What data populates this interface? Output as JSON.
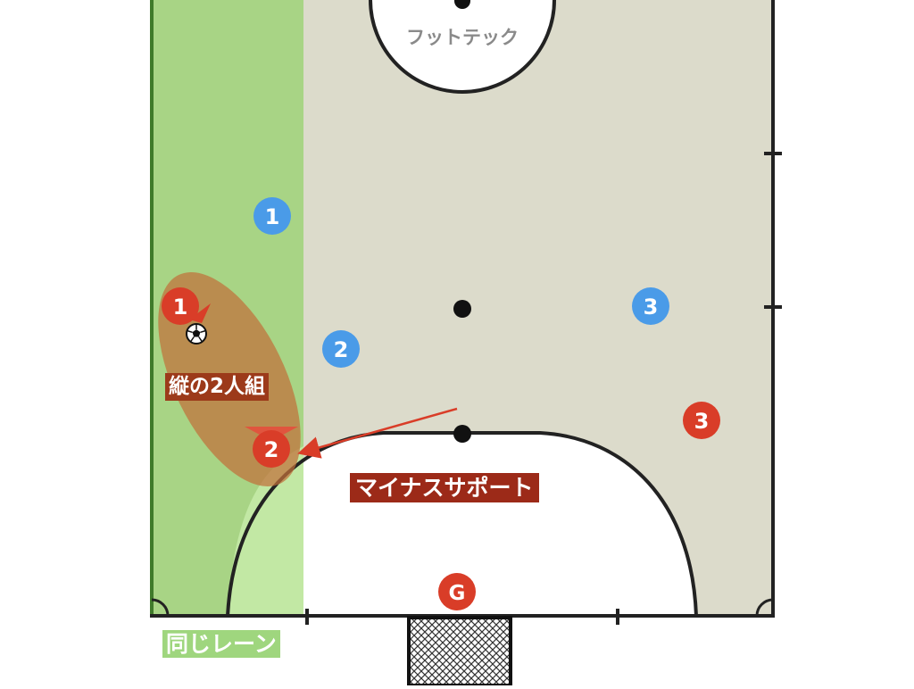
{
  "labels": {
    "goal_arc": "フットテック",
    "pair": "縦の2人組",
    "minus_support": "マイナスサポート",
    "same_lane": "同じレーン"
  },
  "players": {
    "blue": [
      "1",
      "2",
      "3"
    ],
    "red": [
      "1",
      "2",
      "3"
    ],
    "keeper": "G"
  },
  "colors": {
    "court": "#dcdbcb",
    "lane": "#a8d485",
    "lane_light": "#c2e8a4",
    "blue_player": "#4a9be8",
    "red_player": "#d93d28",
    "pair_highlight": "#c0703a",
    "label_dark_red": "#9c2a18",
    "label_green": "#9fd67e"
  },
  "icons": [
    "soccer-ball-icon",
    "goal-net-icon",
    "pass-arrow"
  ]
}
